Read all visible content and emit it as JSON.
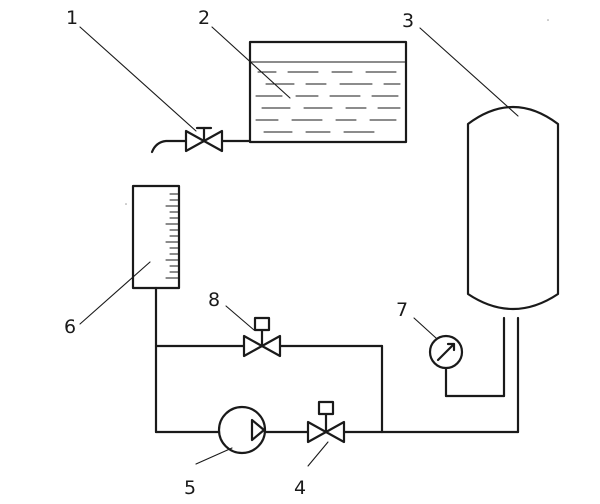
{
  "diagram": {
    "labels": {
      "valve_1": "1",
      "tank_2": "2",
      "vessel_3": "3",
      "valve_4": "4",
      "pump_5": "5",
      "level_gauge_6": "6",
      "pressure_gauge_7": "7",
      "bypass_valve_8": "8"
    },
    "colors": {
      "line": "#1a1a1a",
      "background": "#ffffff"
    }
  }
}
